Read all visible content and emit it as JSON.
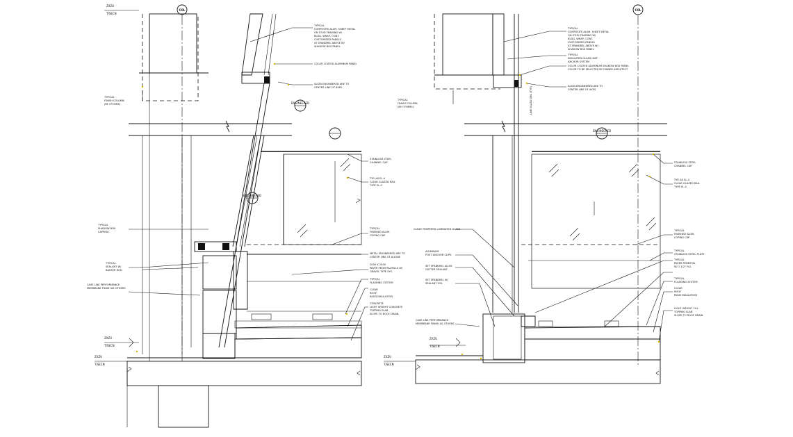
{
  "left_detail": {
    "grid_bubble": "COL",
    "levels": [
      {
        "key": "top",
        "name": "ZXZU",
        "value": "T/SECN"
      },
      {
        "key": "mid",
        "name": "ZXZU",
        "value": "T/SECN"
      },
      {
        "key": "bot",
        "name": "ZXZU",
        "value": "T/SECN"
      }
    ],
    "callouts": [
      {
        "id": "c1",
        "text": "ENGINEERED"
      },
      {
        "id": "c2",
        "text": "ENGINEERED"
      }
    ],
    "notes_right": [
      {
        "id": "n1",
        "lines": [
          "TYPICAL",
          "COMPOSITE ALUM. SHEET METAL",
          "ON STUD FRAMING W/",
          "BLDG. WRAP, CONT.",
          "CUSTOMIZED PANELS",
          "AT SPANDREL ABOVE W/",
          "SHADOW BOX PANEL"
        ]
      },
      {
        "id": "n2",
        "lines": [
          "COLOR COATED ALUMINUM PANEL"
        ]
      },
      {
        "id": "n3",
        "lines": [
          "ALIGN ENGINEERED ARE TO",
          "CENTER LINE OF AXES"
        ]
      },
      {
        "id": "n4",
        "lines": [
          "STAINLESS STEEL",
          "CHANNEL CAP"
        ]
      },
      {
        "id": "n5",
        "lines": [
          "TYP. AS EL-4",
          "CLEAR GLAZED RAIL",
          "TYPE EL-4"
        ]
      },
      {
        "id": "n6",
        "lines": [
          "TYPICAL",
          "FINISHED ALUM.",
          "COPING CAP"
        ]
      },
      {
        "id": "n7",
        "lines": [
          "METAL ENGINEERED ARE TO",
          "CENTER LINE OF ALIGNE"
        ]
      },
      {
        "id": "n8",
        "lines": [
          "2000 X 2000",
          "PAVER PEDESTAL/FILLS W/",
          "GRAVEL TYPE SYS."
        ]
      },
      {
        "id": "n9",
        "lines": [
          "TYPICAL",
          "FLASHING SYSTEM"
        ]
      },
      {
        "id": "n10",
        "lines": [
          "CLEAR",
          "ROOF",
          "RIGID INSULATION"
        ]
      },
      {
        "id": "n11",
        "lines": [
          "CONCRETE",
          "LIGHT WEIGHT CONCRETE",
          "TOPPING SLAB",
          "SLOPE TO ROOF DRAIN"
        ]
      }
    ],
    "notes_left": [
      {
        "id": "l1",
        "lines": [
          "TYPICAL",
          "FINISH COLUMN",
          "(BY OTHERS)"
        ]
      },
      {
        "id": "l2",
        "lines": [
          "TYPICAL",
          "SEALANT W/",
          "BACKER ROD"
        ]
      },
      {
        "id": "l3",
        "lines": [
          "TYPICAL",
          "SHADOW BOX",
          "CAPPING"
        ]
      },
      {
        "id": "l4",
        "lines": [
          "CASE LINE PERFORMANCE",
          "MEMBRANE FINISH AS OTHERS"
        ]
      }
    ]
  },
  "right_detail": {
    "grid_bubble": "COL",
    "levels": [
      {
        "key": "mid",
        "name": "ZXZU",
        "value": "T/SECN"
      },
      {
        "key": "bot",
        "name": "ZXZU",
        "value": "T/SECN"
      }
    ],
    "callouts": [
      {
        "id": "c3",
        "text": "ENGINEERED"
      }
    ],
    "vertical_dim": "LINE GLASS DIM. (TYP.)",
    "notes_right": [
      {
        "id": "r1",
        "lines": [
          "TYPICAL",
          "COMPOSITE ALUM. SHEET METAL",
          "ON STUD FRAMING W/",
          "BLDG. WRAP, CONT.",
          "CUSTOMIZED PANELS",
          "AT SPANDREL ABOVE W/",
          "SHADOW BOX PANEL"
        ]
      },
      {
        "id": "r2",
        "lines": [
          "TYPICAL",
          "INSULATED GLASS UNIT",
          "ANCHOR SYSTEM"
        ]
      },
      {
        "id": "r3",
        "lines": [
          "COLOR COATED ALUMINUM SHADOW BOX PANEL",
          "COLOR TO BE SELECTED BY OWNER ARCHITECT"
        ]
      },
      {
        "id": "r4",
        "lines": [
          "ALIGN ENGINEERED ARE TO",
          "CENTER LINE OF AXES"
        ]
      },
      {
        "id": "r5",
        "lines": [
          "STAINLESS STEEL",
          "CHANNEL CAP"
        ]
      },
      {
        "id": "r6",
        "lines": [
          "TYP. AS EL-4",
          "CLEAR GLAZED RAIL",
          "TYPE EL-4"
        ]
      },
      {
        "id": "r7",
        "lines": [
          "TYPICAL",
          "FINISHED ALUM.",
          "COPING CAP"
        ]
      },
      {
        "id": "r8",
        "lines": [
          "TYPICAL",
          "STAINLESS STEEL PLATE"
        ]
      },
      {
        "id": "r9",
        "lines": [
          "TYPICAL",
          "PAVER PEDESTAL",
          "W/ 1 1/2\" FILL"
        ]
      },
      {
        "id": "r10",
        "lines": [
          "TYPICAL",
          "FLASHING SYSTEM"
        ]
      },
      {
        "id": "r11",
        "lines": [
          "CLEAR",
          "ROOF",
          "RIGID INSULATION"
        ]
      },
      {
        "id": "r12",
        "lines": [
          "LIGHT WEIGHT FILL",
          "TOPPING SLAB",
          "SLOPE TO ROOF DRAIN"
        ]
      }
    ],
    "notes_left": [
      {
        "id": "rl1",
        "lines": [
          "TYPICAL",
          "FINISH COLUMN",
          "(BY OTHERS)"
        ]
      },
      {
        "id": "rl2",
        "lines": [
          "CLEAR TEMPERED LAMINATED GLASS"
        ]
      },
      {
        "id": "rl3",
        "lines": [
          "ALUMINUM",
          "POST ANCHOR CLIPS"
        ]
      },
      {
        "id": "rl4",
        "lines": [
          "SET SPANDREL ALUM.",
          "GUTTER SEALANT"
        ]
      },
      {
        "id": "rl5",
        "lines": [
          "SET SPANDREL W/",
          "SEALANT SYS."
        ]
      },
      {
        "id": "rl6",
        "lines": [
          "CASE LINE PERFORMANCE",
          "MEMBRANE FINISH AS OTHERS"
        ]
      }
    ]
  },
  "colors": {
    "line": "#111111",
    "leader_dot": "#d4b400",
    "background": "#ffffff"
  }
}
